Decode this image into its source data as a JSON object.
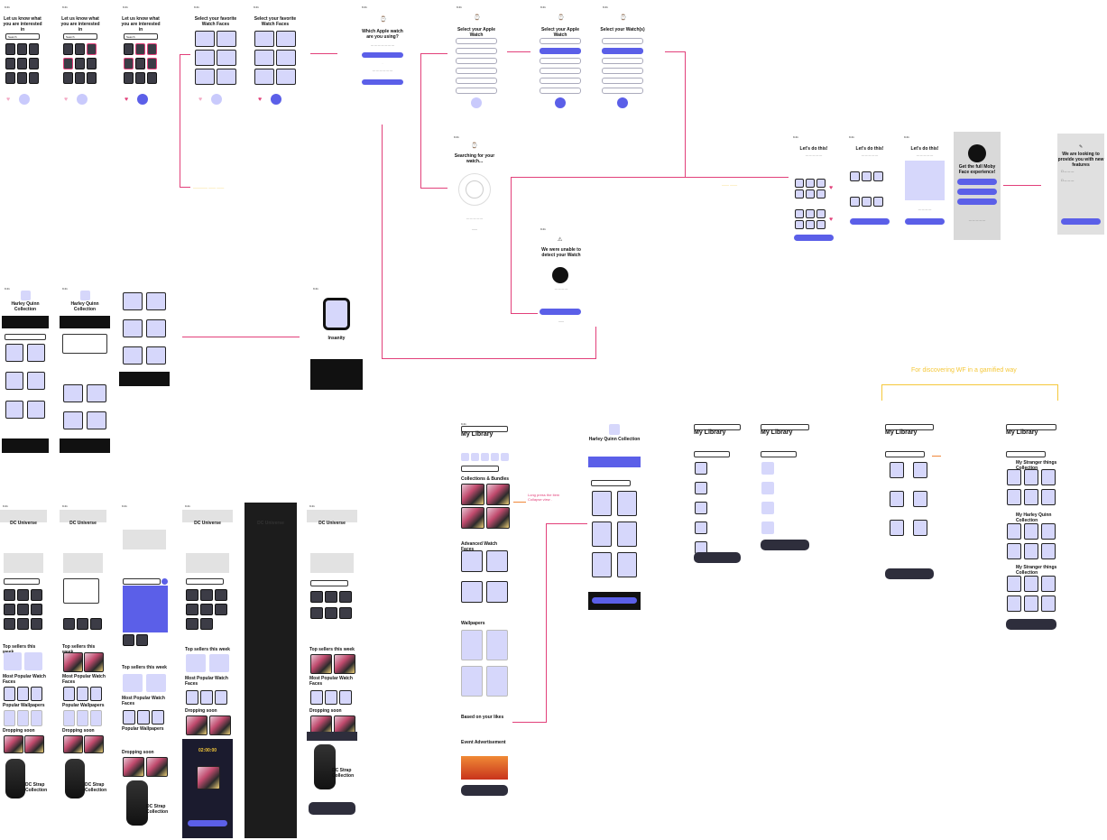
{
  "onboarding": {
    "interest_title": "Let us know what you are interested in",
    "search_value": "Search",
    "faces_title": "Select your favorite Watch Faces",
    "which_watch_title": "Which Apple watch are you using?",
    "select_apple_watch": "Select your Apple Watch",
    "select_watches": "Select your Watch(s)",
    "searching_title": "Searching for your watch...",
    "not_detect_title": "We were unable to detect your Watch",
    "lets_do_this": "Let's do this!",
    "full_experience": "Get the full Moby Face experience!",
    "looking_title": "We are looking to provide you with new features"
  },
  "collection": {
    "harley_title": "Harley Quinn Collection",
    "dc_title": "DC Universe",
    "dc_strap": "DC Strap Collection",
    "top_sellers": "Top sellers this week",
    "most_popular": "Most Popular Watch Faces",
    "popular_wallpapers": "Popular Wallpapers",
    "dropping_soon": "Dropping soon",
    "timer": "02:00:00",
    "insanity": "Insanity"
  },
  "library": {
    "title": "My Library",
    "collections_bundles": "Collections & Bundles",
    "advanced_faces": "Advanced Watch Faces",
    "wallpapers": "Wallpapers",
    "based_on_likes": "Based on your likes",
    "event_ad": "Event Advertisement",
    "stranger_things": "My Stranger things Collection",
    "harley_collection": "My Harley Quinn Collection",
    "stranger_things_2": "My Stranger things Collection"
  },
  "annotations": {
    "gamified": "For discovering WF in a gamified way",
    "long_press": "Long press the item Collapse view ."
  }
}
